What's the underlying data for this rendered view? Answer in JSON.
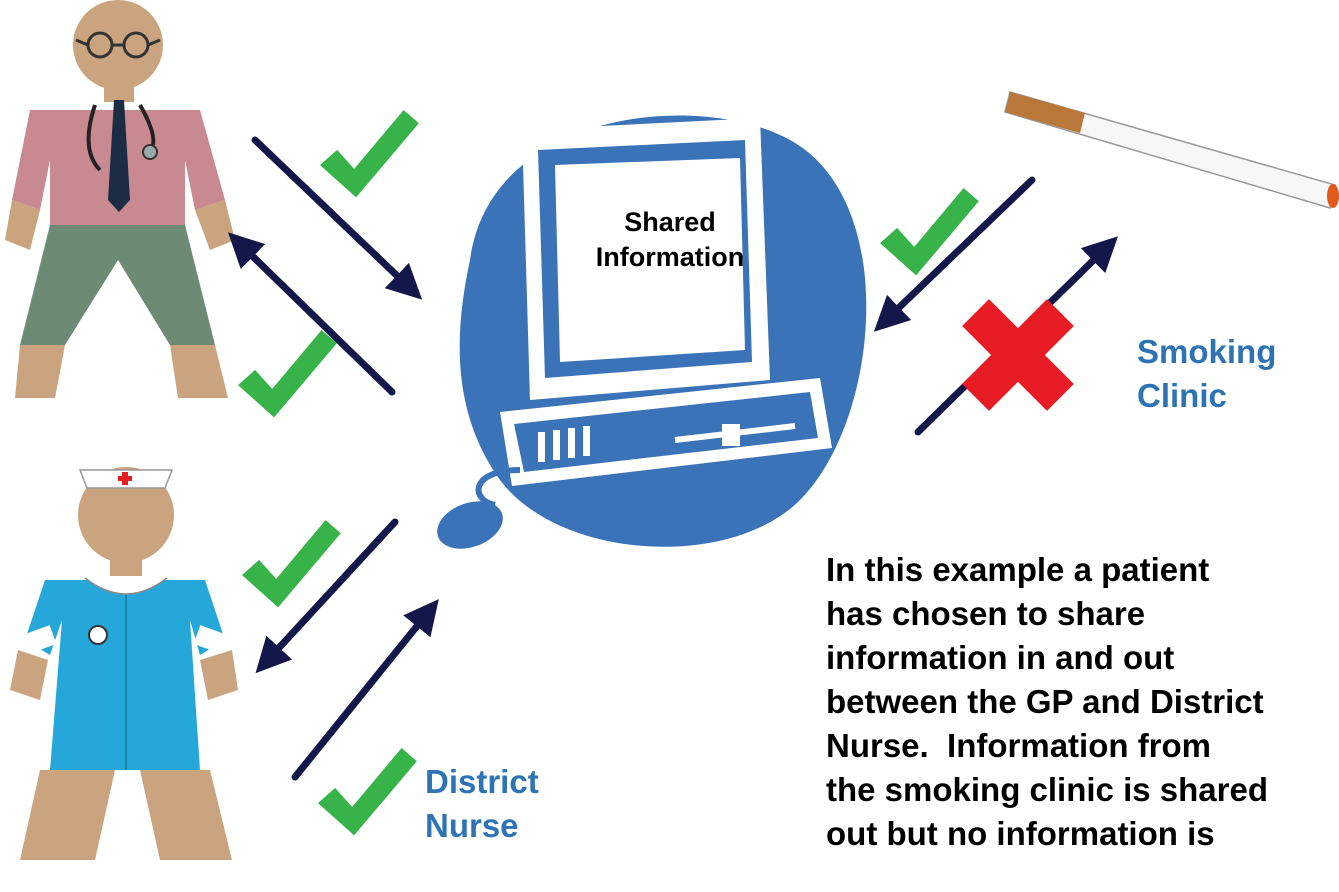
{
  "screen_label": [
    "Shared",
    "Information"
  ],
  "labels": {
    "smoking_clinic": [
      "Smoking",
      "Clinic"
    ],
    "district_nurse": [
      "District",
      "Nurse"
    ]
  },
  "caption": "In this example a patient\nhas chosen to share\ninformation in and out\nbetween the GP and District\nNurse.  Information from\nthe smoking clinic is shared\nout but no information is",
  "icons": [
    "gp-doctor-icon",
    "district-nurse-icon",
    "computer-icon",
    "cigarette-icon",
    "checkmark-icon",
    "cross-icon"
  ],
  "colors": {
    "arrow": "#14174a",
    "check": "#37b34a",
    "cross": "#e81c24",
    "computer": "#3a73b8",
    "label_blue": "#2e74b5"
  }
}
